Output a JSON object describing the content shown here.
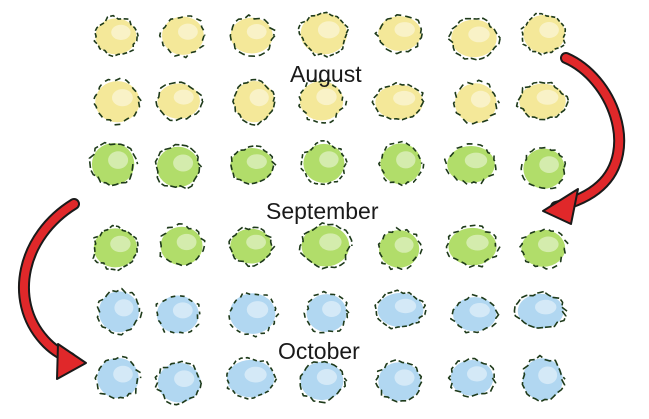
{
  "labels": {
    "august": "August",
    "september": "September",
    "october": "October"
  },
  "colors": {
    "august": "#f3e68e",
    "september": "#a8d95a",
    "october": "#a9d3f0",
    "outline": "#1e3a1a",
    "arrow": "#e0282a"
  },
  "groups": [
    {
      "month": "August",
      "color": "august",
      "rows": 2,
      "columns": 7
    },
    {
      "month": "September",
      "color": "september",
      "rows": 2,
      "columns": 7
    },
    {
      "month": "October",
      "color": "october",
      "rows": 2,
      "columns": 7
    }
  ]
}
